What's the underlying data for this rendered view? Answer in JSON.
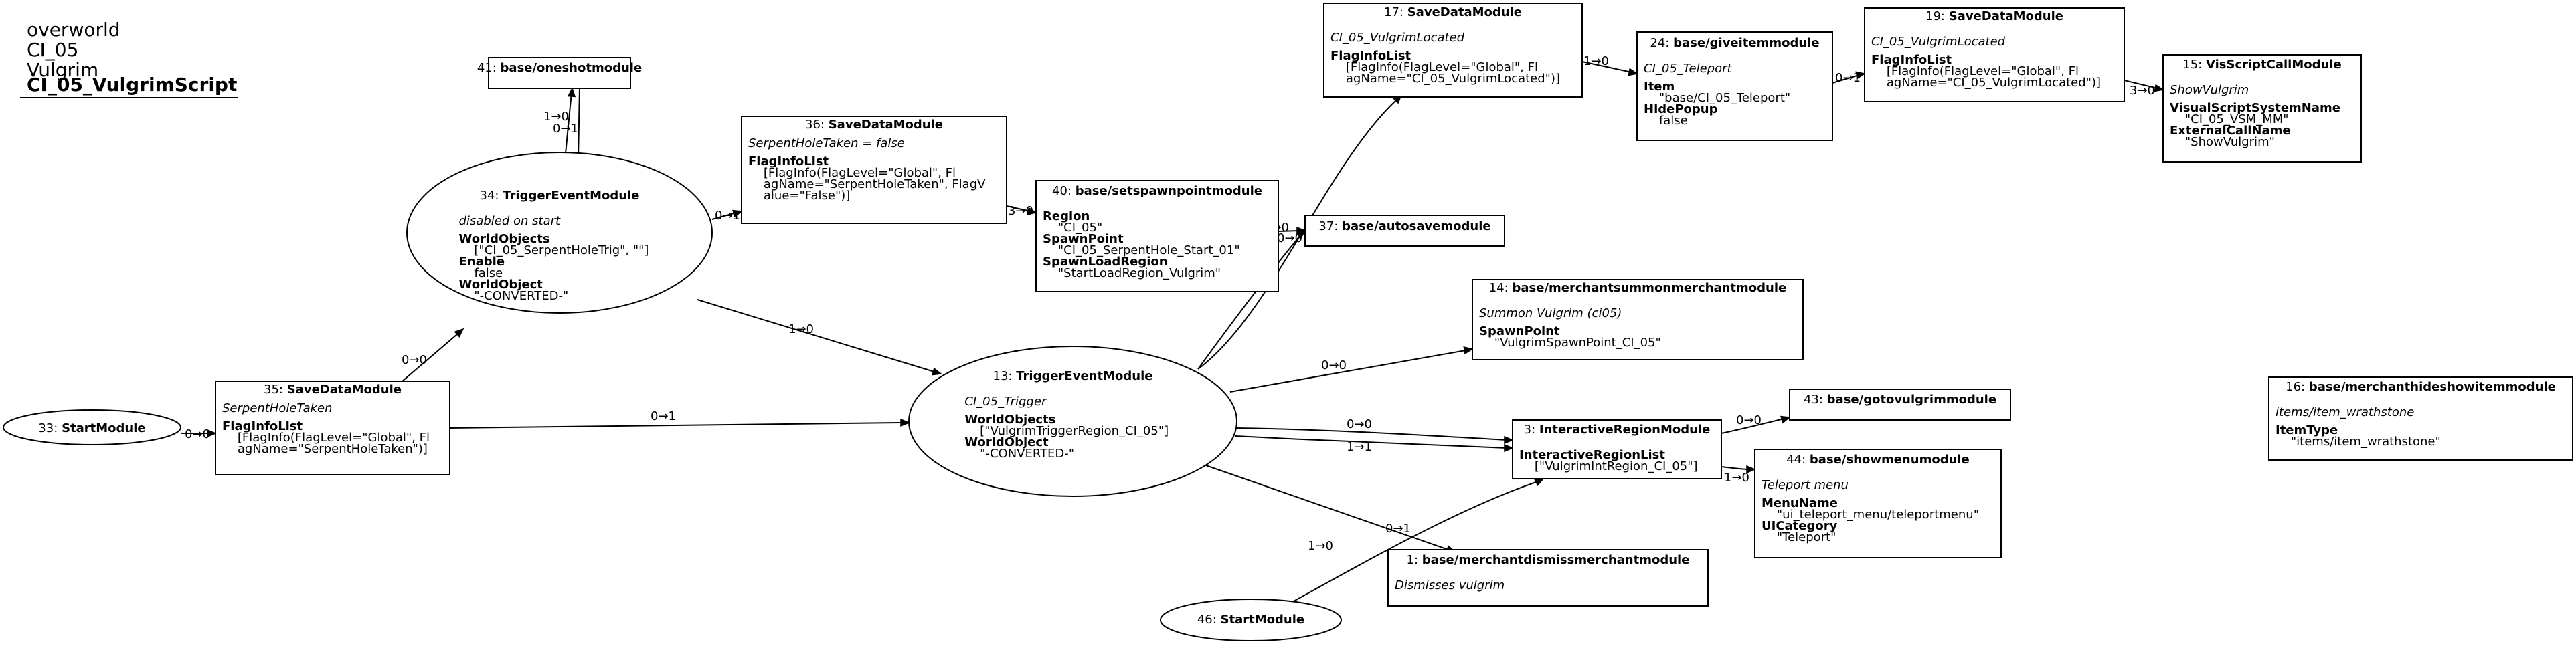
{
  "title": {
    "lines": [
      "overworld",
      "CI_05",
      "Vulgrim"
    ],
    "main": "CI_05_VulgrimScript"
  },
  "nodes": [
    {
      "id": "n33",
      "shape": "ellipse",
      "lines": [
        {
          "t": "33: ",
          "b": "StartModule",
          "k": "head"
        }
      ]
    },
    {
      "id": "n35",
      "shape": "rect",
      "lines": [
        {
          "t": "35: ",
          "b": "SaveDataModule",
          "k": "head"
        },
        {
          "t": "SerpentHoleTaken",
          "k": "italic"
        },
        {
          "t": "",
          "k": "gap"
        },
        {
          "t": "FlagInfoList",
          "k": "bold"
        },
        {
          "t": "    [FlagInfo(FlagLevel=\"Global\", Fl",
          "k": "plain"
        },
        {
          "t": "    agName=\"SerpentHoleTaken\")]",
          "k": "plain"
        }
      ]
    },
    {
      "id": "n34",
      "shape": "ellipse",
      "lines": [
        {
          "t": "34: ",
          "b": "TriggerEventModule",
          "k": "head"
        },
        {
          "t": "",
          "k": "gap"
        },
        {
          "t": "disabled on start",
          "k": "italic"
        },
        {
          "t": "",
          "k": "gap"
        },
        {
          "t": "WorldObjects",
          "k": "bold"
        },
        {
          "t": "    [\"CI_05_SerpentHoleTrig\", \"\"]",
          "k": "plain"
        },
        {
          "t": "Enable",
          "k": "bold"
        },
        {
          "t": "    false",
          "k": "plain"
        },
        {
          "t": "WorldObject",
          "k": "bold"
        },
        {
          "t": "    \"-CONVERTED-\"",
          "k": "plain"
        }
      ]
    },
    {
      "id": "n41",
      "shape": "rect",
      "lines": [
        {
          "t": "41: ",
          "b": "base/oneshotmodule",
          "k": "head"
        }
      ]
    },
    {
      "id": "n36",
      "shape": "rect",
      "lines": [
        {
          "t": "36: ",
          "b": "SaveDataModule",
          "k": "head"
        },
        {
          "t": "SerpentHoleTaken = false",
          "k": "italic"
        },
        {
          "t": "",
          "k": "gap"
        },
        {
          "t": "FlagInfoList",
          "k": "bold"
        },
        {
          "t": "    [FlagInfo(FlagLevel=\"Global\", Fl",
          "k": "plain"
        },
        {
          "t": "    agName=\"SerpentHoleTaken\", FlagV",
          "k": "plain"
        },
        {
          "t": "    alue=\"False\")]",
          "k": "plain"
        }
      ]
    },
    {
      "id": "n40",
      "shape": "rect",
      "lines": [
        {
          "t": "40: ",
          "b": "base/setspawnpointmodule",
          "k": "head"
        },
        {
          "t": "",
          "k": "gap"
        },
        {
          "t": "Region",
          "k": "bold"
        },
        {
          "t": "    \"CI_05\"",
          "k": "plain"
        },
        {
          "t": "SpawnPoint",
          "k": "bold"
        },
        {
          "t": "    \"CI_05_SerpentHole_Start_01\"",
          "k": "plain"
        },
        {
          "t": "SpawnLoadRegion",
          "k": "bold"
        },
        {
          "t": "    \"StartLoadRegion_Vulgrim\"",
          "k": "plain"
        }
      ]
    },
    {
      "id": "n37",
      "shape": "rect",
      "lines": [
        {
          "t": "37: ",
          "b": "base/autosavemodule",
          "k": "head"
        }
      ]
    },
    {
      "id": "n13",
      "shape": "ellipse",
      "lines": [
        {
          "t": "13: ",
          "b": "TriggerEventModule",
          "k": "head"
        },
        {
          "t": "",
          "k": "gap"
        },
        {
          "t": "CI_05_Trigger",
          "k": "italic"
        },
        {
          "t": "",
          "k": "gap"
        },
        {
          "t": "WorldObjects",
          "k": "bold"
        },
        {
          "t": "    [\"VulgrimTriggerRegion_CI_05\"]",
          "k": "plain"
        },
        {
          "t": "WorldObject",
          "k": "bold"
        },
        {
          "t": "    \"-CONVERTED-\"",
          "k": "plain"
        }
      ]
    },
    {
      "id": "n17",
      "shape": "rect",
      "lines": [
        {
          "t": "17: ",
          "b": "SaveDataModule",
          "k": "head"
        },
        {
          "t": "",
          "k": "gap"
        },
        {
          "t": "CI_05_VulgrimLocated",
          "k": "italic"
        },
        {
          "t": "",
          "k": "gap"
        },
        {
          "t": "FlagInfoList",
          "k": "bold"
        },
        {
          "t": "    [FlagInfo(FlagLevel=\"Global\", Fl",
          "k": "plain"
        },
        {
          "t": "    agName=\"CI_05_VulgrimLocated\")]",
          "k": "plain"
        }
      ]
    },
    {
      "id": "n24",
      "shape": "rect",
      "lines": [
        {
          "t": "24: ",
          "b": "base/giveitemmodule",
          "k": "head"
        },
        {
          "t": "",
          "k": "gap"
        },
        {
          "t": "CI_05_Teleport",
          "k": "italic"
        },
        {
          "t": "",
          "k": "gap"
        },
        {
          "t": "Item",
          "k": "bold"
        },
        {
          "t": "    \"base/CI_05_Teleport\"",
          "k": "plain"
        },
        {
          "t": "HidePopup",
          "k": "bold"
        },
        {
          "t": "    false",
          "k": "plain"
        }
      ]
    },
    {
      "id": "n19",
      "shape": "rect",
      "lines": [
        {
          "t": "19: ",
          "b": "SaveDataModule",
          "k": "head"
        },
        {
          "t": "",
          "k": "gap"
        },
        {
          "t": "CI_05_VulgrimLocated",
          "k": "italic"
        },
        {
          "t": "",
          "k": "gap"
        },
        {
          "t": "FlagInfoList",
          "k": "bold"
        },
        {
          "t": "    [FlagInfo(FlagLevel=\"Global\", Fl",
          "k": "plain"
        },
        {
          "t": "    agName=\"CI_05_VulgrimLocated\")]",
          "k": "plain"
        }
      ]
    },
    {
      "id": "n15",
      "shape": "rect",
      "lines": [
        {
          "t": "15: ",
          "b": "VisScriptCallModule",
          "k": "head"
        },
        {
          "t": "",
          "k": "gap"
        },
        {
          "t": "ShowVulgrim",
          "k": "italic"
        },
        {
          "t": "",
          "k": "gap"
        },
        {
          "t": "VisualScriptSystemName",
          "k": "bold"
        },
        {
          "t": "    \"CI_05_VSM_MM\"",
          "k": "plain"
        },
        {
          "t": "ExternalCallName",
          "k": "bold"
        },
        {
          "t": "    \"ShowVulgrim\"",
          "k": "plain"
        }
      ]
    },
    {
      "id": "n14",
      "shape": "rect",
      "lines": [
        {
          "t": "14: ",
          "b": "base/merchantsummonmerchantmodule",
          "k": "head"
        },
        {
          "t": "",
          "k": "gap"
        },
        {
          "t": "Summon Vulgrim (ci05)",
          "k": "italic"
        },
        {
          "t": "",
          "k": "gap"
        },
        {
          "t": "SpawnPoint",
          "k": "bold"
        },
        {
          "t": "    \"VulgrimSpawnPoint_CI_05\"",
          "k": "plain"
        }
      ]
    },
    {
      "id": "n3",
      "shape": "rect",
      "lines": [
        {
          "t": "3: ",
          "b": "InteractiveRegionModule",
          "k": "head"
        },
        {
          "t": "",
          "k": "gap"
        },
        {
          "t": "InteractiveRegionList",
          "k": "bold"
        },
        {
          "t": "    [\"VulgrimIntRegion_CI_05\"]",
          "k": "plain"
        }
      ]
    },
    {
      "id": "n43",
      "shape": "rect",
      "lines": [
        {
          "t": "43: ",
          "b": "base/gotovulgrimmodule",
          "k": "head"
        }
      ]
    },
    {
      "id": "n44",
      "shape": "rect",
      "lines": [
        {
          "t": "44: ",
          "b": "base/showmenumodule",
          "k": "head"
        },
        {
          "t": "",
          "k": "gap"
        },
        {
          "t": "Teleport menu",
          "k": "italic"
        },
        {
          "t": "",
          "k": "gap"
        },
        {
          "t": "MenuName",
          "k": "bold"
        },
        {
          "t": "    \"ui_teleport_menu/teleportmenu\"",
          "k": "plain"
        },
        {
          "t": "UICategory",
          "k": "bold"
        },
        {
          "t": "    \"Teleport\"",
          "k": "plain"
        }
      ]
    },
    {
      "id": "n1",
      "shape": "rect",
      "lines": [
        {
          "t": "1: ",
          "b": "base/merchantdismissmerchantmodule",
          "k": "head"
        },
        {
          "t": "",
          "k": "gap"
        },
        {
          "t": "Dismisses vulgrim",
          "k": "italic"
        }
      ]
    },
    {
      "id": "n46",
      "shape": "ellipse",
      "lines": [
        {
          "t": "46: ",
          "b": "StartModule",
          "k": "head"
        }
      ]
    },
    {
      "id": "n16",
      "shape": "rect",
      "lines": [
        {
          "t": "16: ",
          "b": "base/merchanthideshowitemmodule",
          "k": "head"
        },
        {
          "t": "",
          "k": "gap"
        },
        {
          "t": "items/item_wrathstone",
          "k": "italic"
        },
        {
          "t": "",
          "k": "gap"
        },
        {
          "t": "ItemType",
          "k": "bold"
        },
        {
          "t": "    \"items/item_wrathstone\"",
          "k": "plain"
        }
      ]
    }
  ],
  "edges": [
    {
      "id": "e33-35",
      "from": "n33",
      "to": "n35",
      "label": "0→0"
    },
    {
      "id": "e35-34",
      "from": "n35",
      "to": "n34",
      "label": "0→0"
    },
    {
      "id": "e35-13",
      "from": "n35",
      "to": "n13",
      "label": "0→1"
    },
    {
      "id": "e34-41",
      "from": "n34",
      "to": "n41",
      "label": "1→0"
    },
    {
      "id": "e41-34",
      "from": "n41",
      "to": "n34",
      "label": "0→1"
    },
    {
      "id": "e34-36",
      "from": "n34",
      "to": "n36",
      "label": "0→1"
    },
    {
      "id": "e34-13",
      "from": "n34",
      "to": "n13",
      "label": "1→0"
    },
    {
      "id": "e36-40",
      "from": "n36",
      "to": "n40",
      "label": "3→0"
    },
    {
      "id": "e40-37",
      "from": "n40",
      "to": "n37",
      "label": "0→0"
    },
    {
      "id": "e13-37",
      "from": "n13",
      "to": "n37",
      "label": "0→0"
    },
    {
      "id": "e13-17",
      "from": "n13",
      "to": "n17",
      "label": ""
    },
    {
      "id": "e17-24",
      "from": "n17",
      "to": "n24",
      "label": "1→0"
    },
    {
      "id": "e24-19",
      "from": "n24",
      "to": "n19",
      "label": "0→1"
    },
    {
      "id": "e19-15",
      "from": "n19",
      "to": "n15",
      "label": "3→0"
    },
    {
      "id": "e13-14",
      "from": "n13",
      "to": "n14",
      "label": "0→0"
    },
    {
      "id": "e13-3a",
      "from": "n13",
      "to": "n3",
      "label": "0→0"
    },
    {
      "id": "e13-3b",
      "from": "n13",
      "to": "n3",
      "label": "1→1"
    },
    {
      "id": "e13-1",
      "from": "n13",
      "to": "n1",
      "label": "1→0"
    },
    {
      "id": "e46-3",
      "from": "n46",
      "to": "n3",
      "label": "0→1"
    },
    {
      "id": "e3-43",
      "from": "n3",
      "to": "n43",
      "label": "0→0"
    },
    {
      "id": "e3-44",
      "from": "n3",
      "to": "n44",
      "label": "1→0"
    }
  ]
}
